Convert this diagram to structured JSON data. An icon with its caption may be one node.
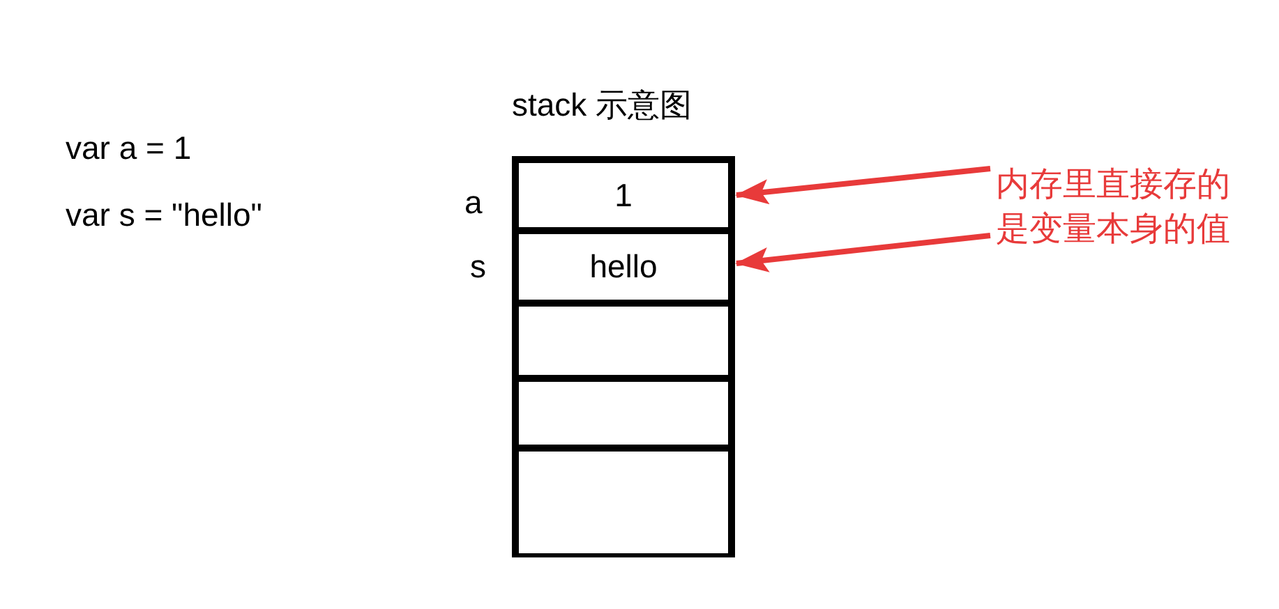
{
  "diagram": {
    "nodes": [
      {
        "text": [
          "stack 示意图"
        ]
      },
      {
        "text": [
          "1"
        ],
        "in": 0,
        "beside": [
          "a"
        ]
      },
      {
        "text": [
          "hello"
        ],
        "in": 0,
        "beside": [
          "s"
        ]
      },
      {
        "text": [],
        "shape": "box",
        "in": 0
      },
      {
        "text": [],
        "shape": "box",
        "in": 0
      },
      {
        "text": [],
        "shape": "box",
        "in": 0
      },
      {
        "text": [
          "内存里直接存的是变量本身的值"
        ]
      }
    ],
    "edges": [
      {
        "from": 6,
        "to": 1,
        "arrow": "to"
      },
      {
        "from": 6,
        "to": 2,
        "arrow": "to"
      }
    ],
    "labels": [
      "var a = 1",
      "var s = \"hello\""
    ]
  }
}
